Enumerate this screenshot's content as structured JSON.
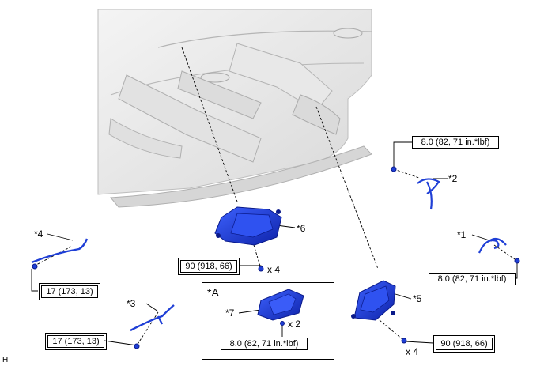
{
  "callouts": {
    "c1": "*1",
    "c2": "*2",
    "c3": "*3",
    "c4": "*4",
    "c5": "*5",
    "c6": "*6",
    "c7": "*7",
    "cA": "*A"
  },
  "torque_specs": {
    "part2": "8.0 (82, 71 in.*lbf)",
    "part1": "8.0 (82, 71 in.*lbf)",
    "part4": "17 (173, 13)",
    "part3": "17 (173, 13)",
    "part6": "90 (918, 66)",
    "part5": "90 (918, 66)",
    "part7": "8.0 (82, 71 in.*lbf)"
  },
  "quantities": {
    "part6": "x 4",
    "part7": "x 2",
    "part5": "x 4"
  },
  "corner_mark": "H",
  "colors": {
    "part_blue": "#1f3fd6",
    "part_dark": "#0a1a8a",
    "body_gray": "#cfcfcf",
    "line": "#000000"
  }
}
